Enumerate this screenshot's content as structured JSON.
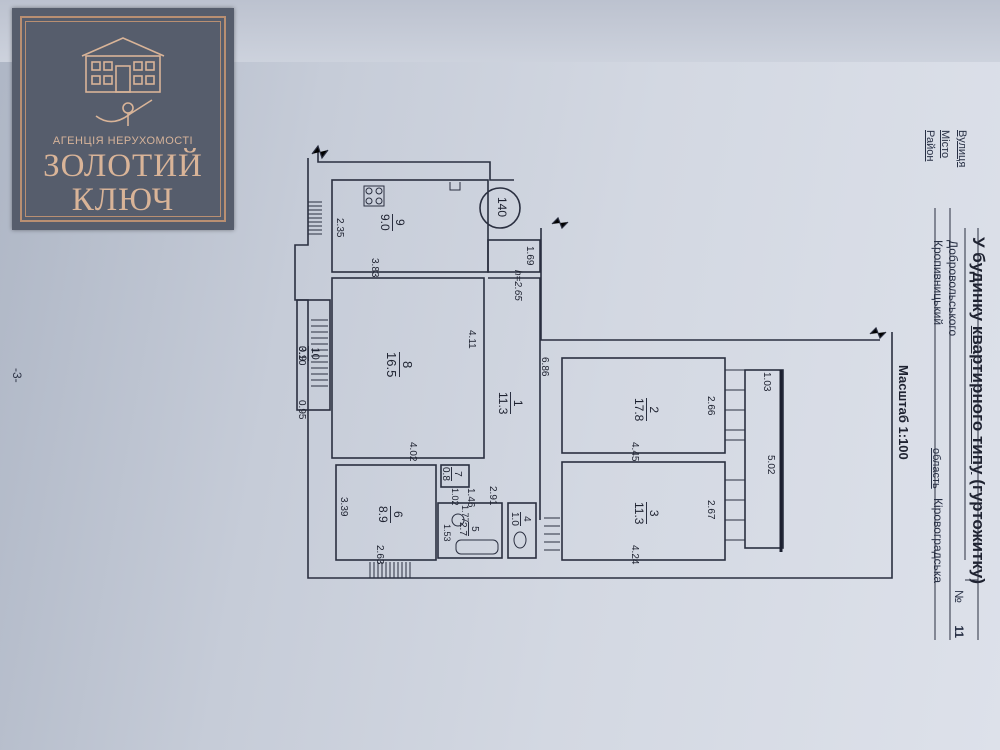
{
  "document": {
    "title_prefix": "У будинку",
    "title_underlined": "квартирного типу",
    "title_suffix": "(гуртожитку)",
    "scale": "Масштаб 1:100",
    "number_label": "№",
    "number_value": "11",
    "region_label": "область",
    "page_number": "-3-"
  },
  "address": {
    "street_label": "Вулиця",
    "street_value": "Добровольського",
    "city_label": "Місто",
    "city_value": "Кропивницький",
    "district_label": "Район",
    "region_value": "Кіровоградська"
  },
  "logo": {
    "tagline": "АГЕНЦІЯ НЕРУХОМОСТІ",
    "name_line1": "ЗОЛОТИЙ",
    "name_line2": "КЛЮЧ"
  },
  "plan": {
    "circle_label": "140",
    "height_label": "h=2.65",
    "rooms": [
      {
        "num": "9",
        "area": "9.0"
      },
      {
        "num": "8",
        "area": "16.5"
      },
      {
        "num": "10",
        "area": "0.9"
      },
      {
        "num": "1",
        "area": "11.3"
      },
      {
        "num": "2",
        "area": "17.8"
      },
      {
        "num": "3",
        "area": "11.3"
      },
      {
        "num": "6",
        "area": "8.9"
      },
      {
        "num": "7",
        "area": "0.8"
      },
      {
        "num": "5",
        "area": "2.7"
      },
      {
        "num": "4",
        "area": "1.0"
      }
    ],
    "dims": {
      "d235": "2.35",
      "d383": "3.83",
      "d169": "1.69",
      "d411": "4.11",
      "d402": "4.02",
      "d310": "3.10",
      "d095": "0.95",
      "d686": "6.86",
      "d146": "1.46",
      "d102": "1.02",
      "d291": "2.91",
      "d177": "1.77",
      "d153": "1.53",
      "d339": "3.39",
      "d263": "2.63",
      "d266": "2.66",
      "d445": "4.45",
      "d103": "1.03",
      "d502": "5.02",
      "d267": "2.67",
      "d424": "4.24"
    }
  }
}
